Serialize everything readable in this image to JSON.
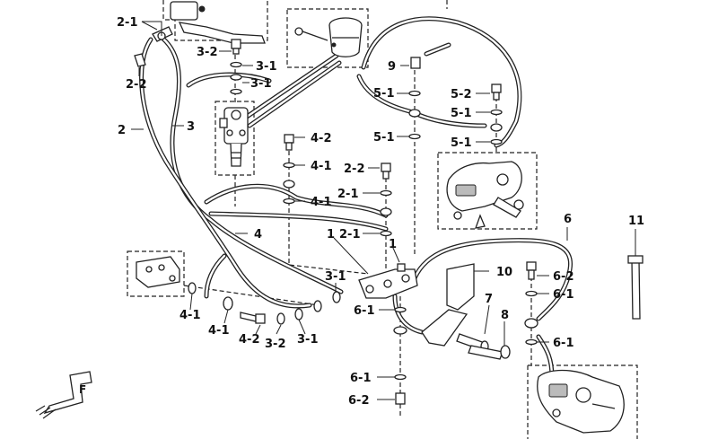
{
  "labels": {
    "p2_1_top": "2-1",
    "p2_2_left": "2-2",
    "p2": "2",
    "p3": "3",
    "p3_2_top": "3-2",
    "p3_1_top_a": "3-1",
    "p3_1_top_b": "3-1",
    "p9": "9",
    "p5_1_a": "5-1",
    "p5_1_b": "5-1",
    "p5_1_c": "5-1",
    "p5_1_d": "5-1",
    "p5_2": "5-2",
    "p4_2_mid": "4-2",
    "p4_1_mid_a": "4-1",
    "p4_1_mid_b": "4-1",
    "p2_2_mid": "2-2",
    "p2_1_mid_a": "2-1",
    "p2_1_mid_b": "2-1",
    "p1_a": "1",
    "p1_b": "1",
    "p4": "4",
    "p6": "6",
    "p11": "11",
    "p10": "10",
    "p6_2_a": "6-2",
    "p6_1_a": "6-1",
    "p6_1_b": "6-1",
    "p6_1_c": "6-1",
    "p6_1_d": "6-1",
    "p6_2_b": "6-2",
    "p7": "7",
    "p8": "8",
    "p3_1_bot_a": "3-1",
    "p3_1_bot_b": "3-1",
    "p3_2_bot": "3-2",
    "p4_1_bot_a": "4-1",
    "p4_1_bot_b": "4-1",
    "p4_2_bot": "4-2",
    "front_marker": "F"
  }
}
